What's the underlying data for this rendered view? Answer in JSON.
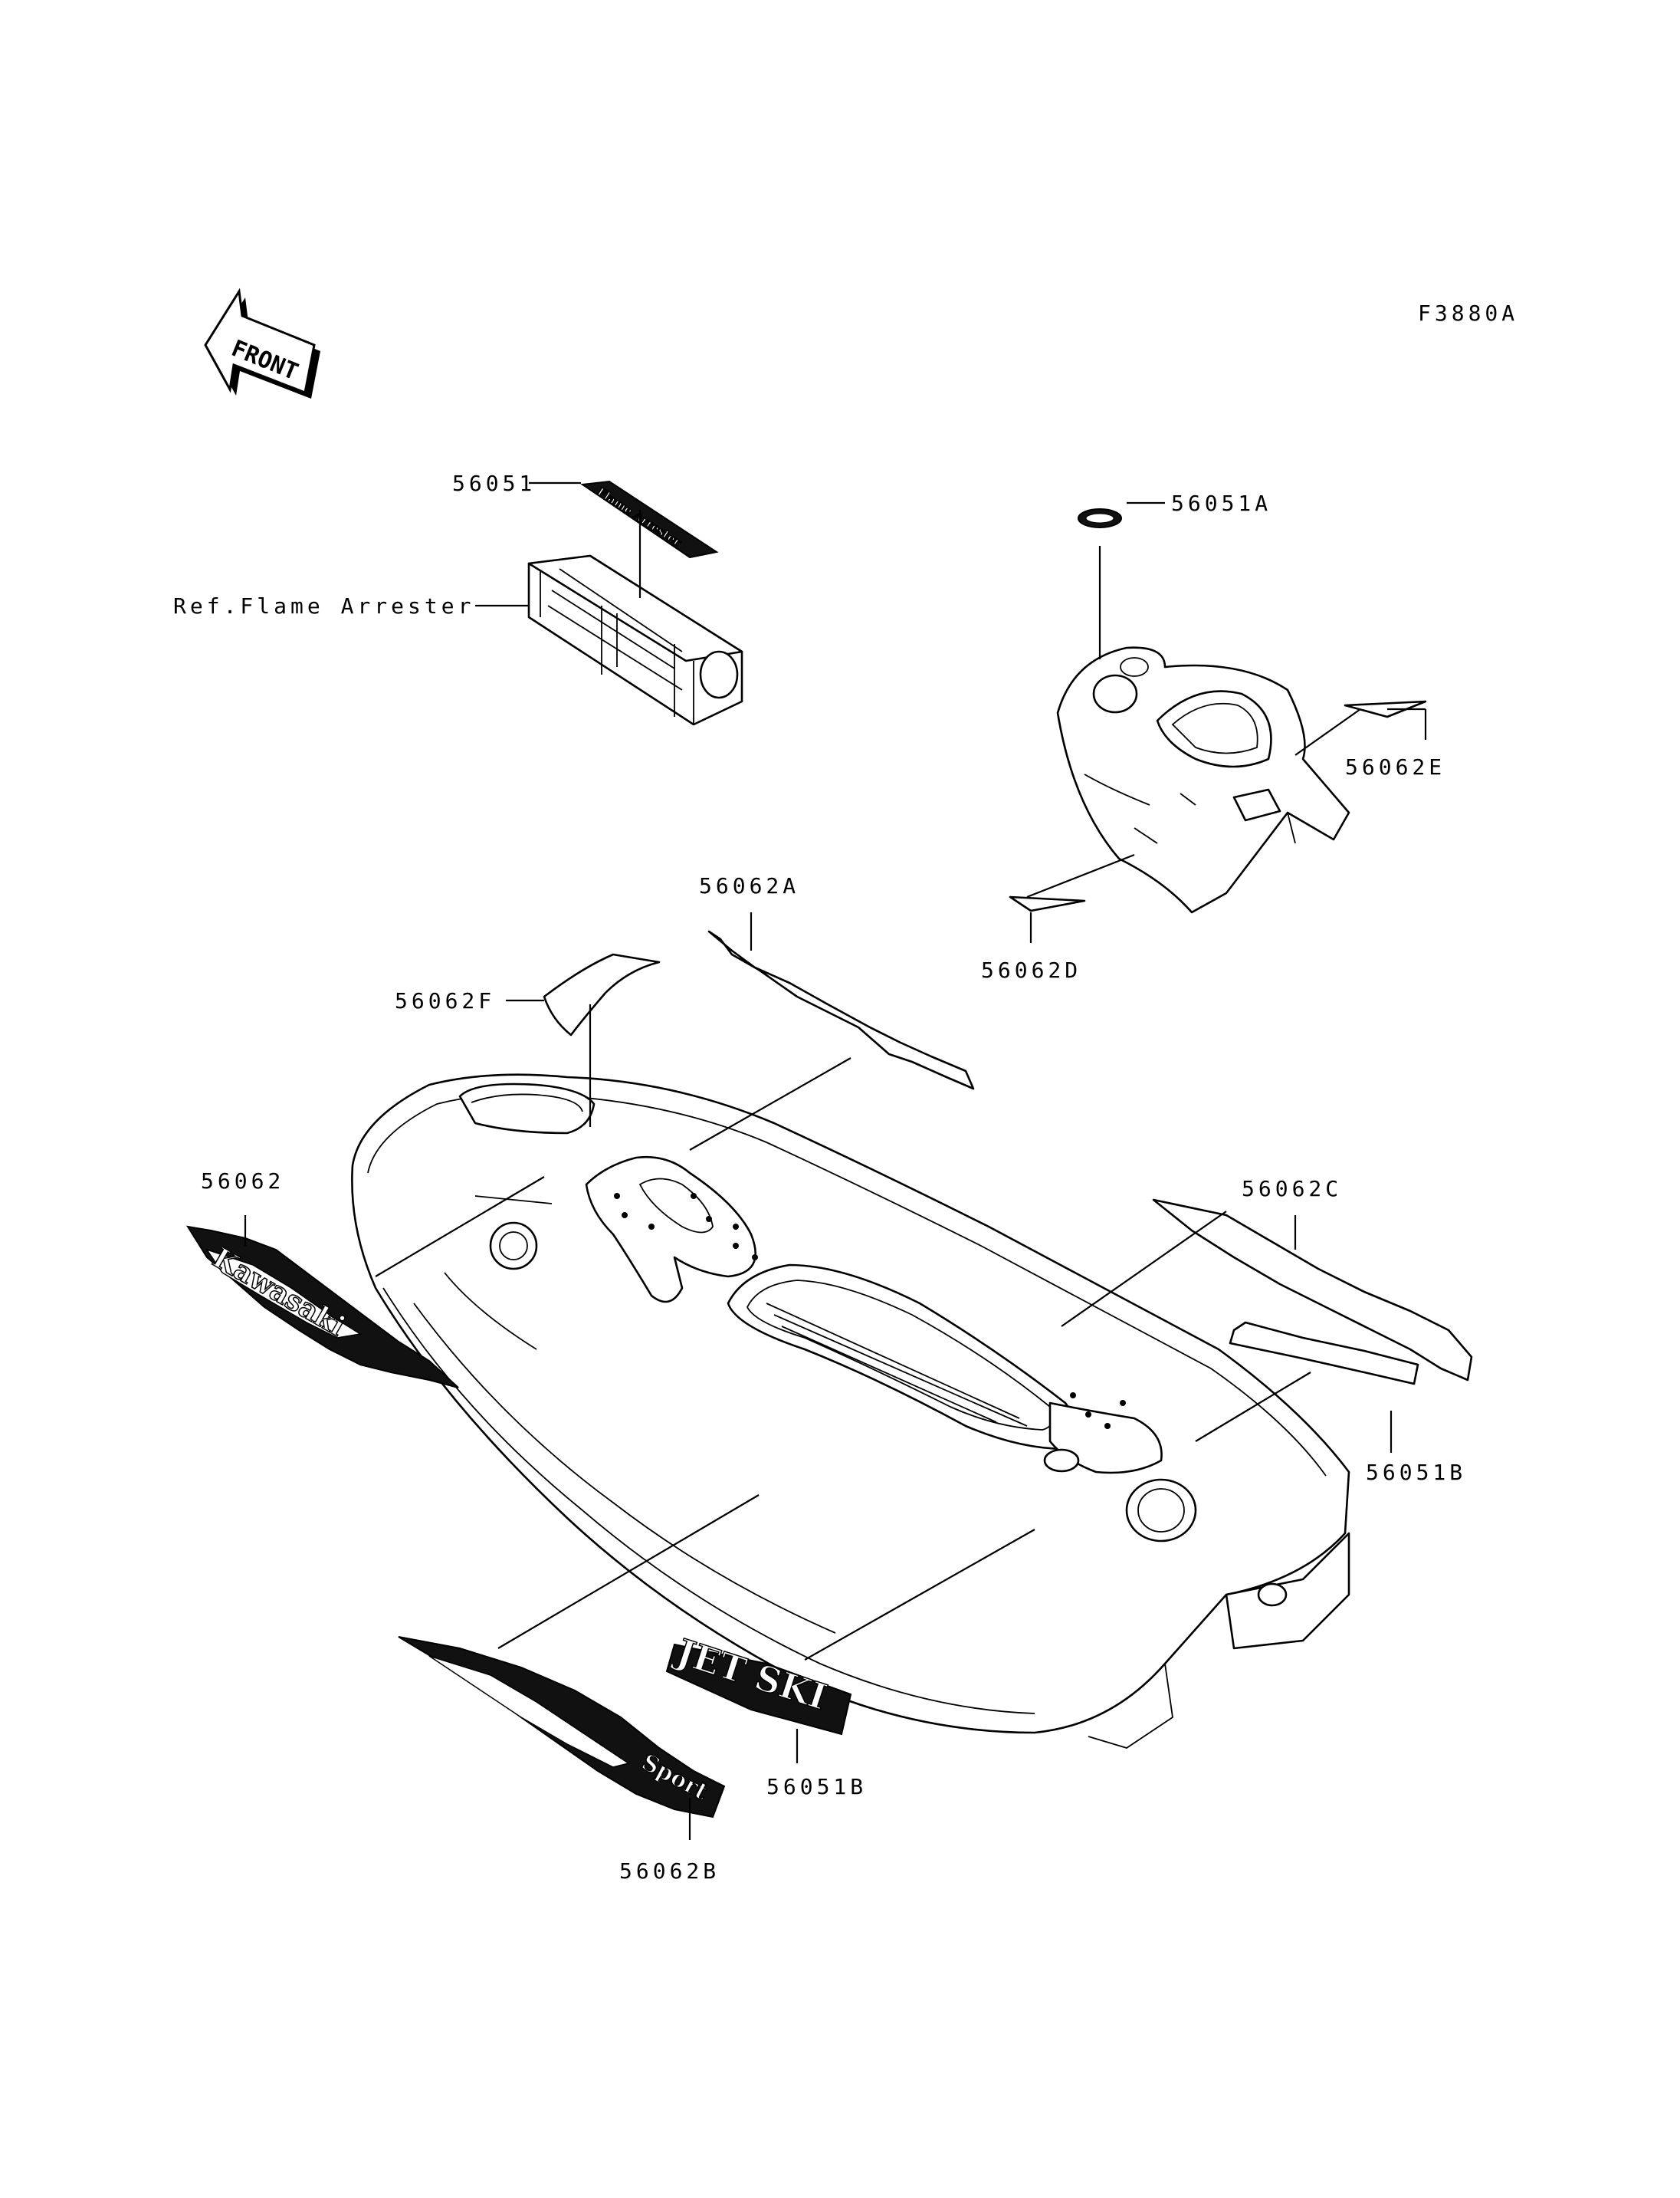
{
  "figure_code": "F3880A",
  "front_badge": "FRONT",
  "callouts": {
    "c_56051": "56051",
    "ref_flame_arrester": "Ref.Flame Arrester",
    "c_56051A": "56051A",
    "c_56062E": "56062E",
    "c_56062A": "56062A",
    "c_56062D": "56062D",
    "c_56062F": "56062F",
    "c_56062": "56062",
    "c_56062C": "56062C",
    "c_56051B_right": "56051B",
    "c_56051B_bottom": "56051B",
    "c_56062B": "56062B"
  },
  "decal_text": {
    "kawasaki": "Kawasaki",
    "jetski": "JET SKI",
    "flame_arrester_decal": "Flame Arrester",
    "sport": "Sport"
  }
}
